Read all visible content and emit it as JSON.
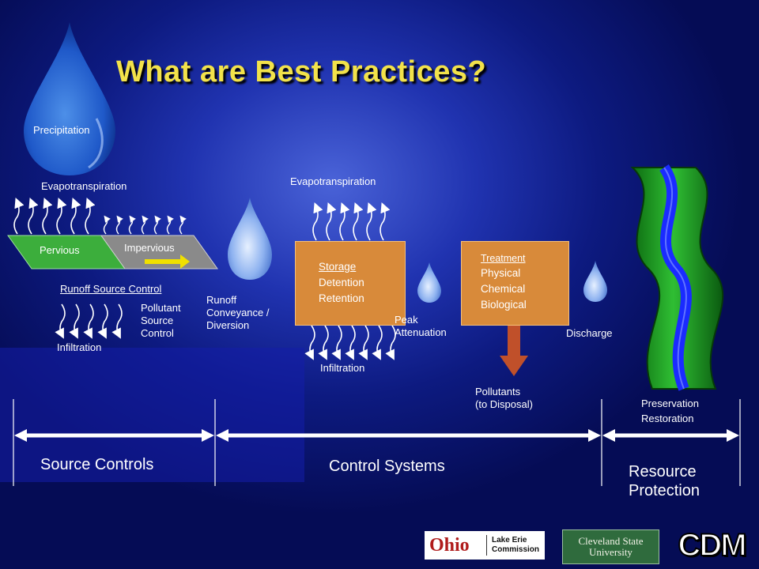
{
  "slide": {
    "title": "What are Best Practices?",
    "precipitation": "Precipitation",
    "evapotranspiration_left": "Evapotranspiration",
    "evapotranspiration_mid": "Evapotranspiration",
    "pervious": "Pervious",
    "impervious": "Impervious",
    "runoff_source_control": "Runoff Source Control",
    "pollutant_source_control": [
      "Pollutant",
      "Source",
      "Control"
    ],
    "infiltration_left": "Infiltration",
    "runoff_conveyance": [
      "Runoff",
      "Conveyance /",
      "Diversion"
    ],
    "storage_box": {
      "heading": "Storage",
      "items": [
        "Detention",
        "Retention"
      ]
    },
    "infiltration_mid": "Infiltration",
    "peak_attenuation": [
      "Peak",
      "Attenuation"
    ],
    "treatment_box": {
      "heading": "Treatment",
      "items": [
        "Physical",
        "Chemical",
        "Biological"
      ]
    },
    "discharge": "Discharge",
    "pollutants": [
      "Pollutants",
      "(to Disposal)"
    ],
    "preservation": [
      "Preservation",
      "Restoration"
    ],
    "sections": {
      "source_controls": "Source Controls",
      "control_systems": "Control Systems",
      "resource_protection": [
        "Resource",
        "Protection"
      ]
    },
    "logos": {
      "ohio": "Ohio",
      "lake_erie": [
        "Lake Erie",
        "Commission"
      ],
      "cleveland_state": [
        "Cleveland State",
        "University"
      ],
      "cdm": "CDM"
    }
  }
}
